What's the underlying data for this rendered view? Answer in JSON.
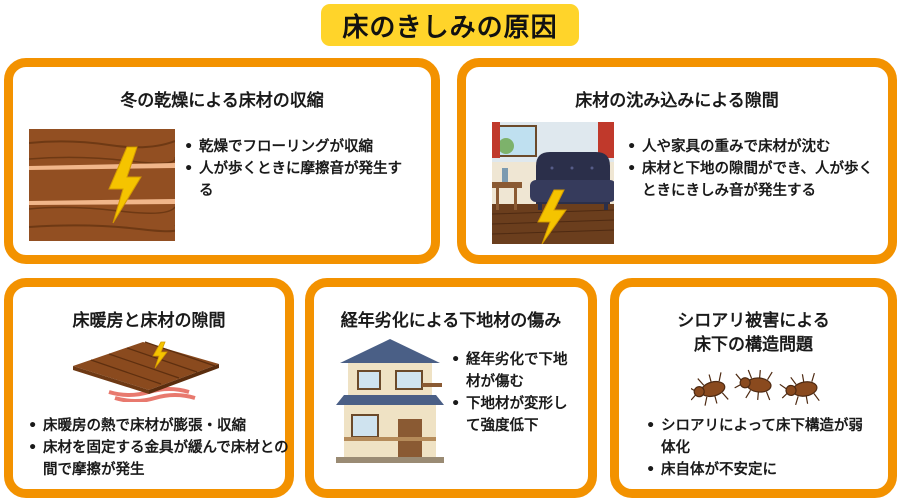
{
  "title": "床のきしみの原因",
  "colors": {
    "accent": "#f39200",
    "title_bg": "#ffd42a",
    "wood": "#8a4a1e",
    "bolt": "#f5c400"
  },
  "cards": [
    {
      "title": "冬の乾燥による床材の収縮",
      "points": [
        "乾燥でフローリングが収縮",
        "人が歩くときに摩擦音が発生する"
      ],
      "icon": "bolt-icon"
    },
    {
      "title": "床材の沈み込みによる隙間",
      "points": [
        "人や家具の重みで床材が沈む",
        "床材と下地の隙間ができ、人が歩くときにきしみ音が発生する"
      ],
      "icon": "sofa-room-icon"
    },
    {
      "title": "床暖房と床材の隙間",
      "points": [
        "床暖房の熱で床材が膨張・収縮",
        "床材を固定する金具が緩んで床材との間で摩擦が発生"
      ],
      "icon": "floor-heating-icon"
    },
    {
      "title": "経年劣化による下地材の傷み",
      "points": [
        "経年劣化で下地材が傷む",
        "下地材が変形して強度低下"
      ],
      "icon": "house-icon"
    },
    {
      "title_lines": [
        "シロアリ被害による",
        "床下の構造問題"
      ],
      "points": [
        "シロアリによって床下構造が弱体化",
        "床自体が不安定に"
      ],
      "icon": "termite-icon"
    }
  ]
}
